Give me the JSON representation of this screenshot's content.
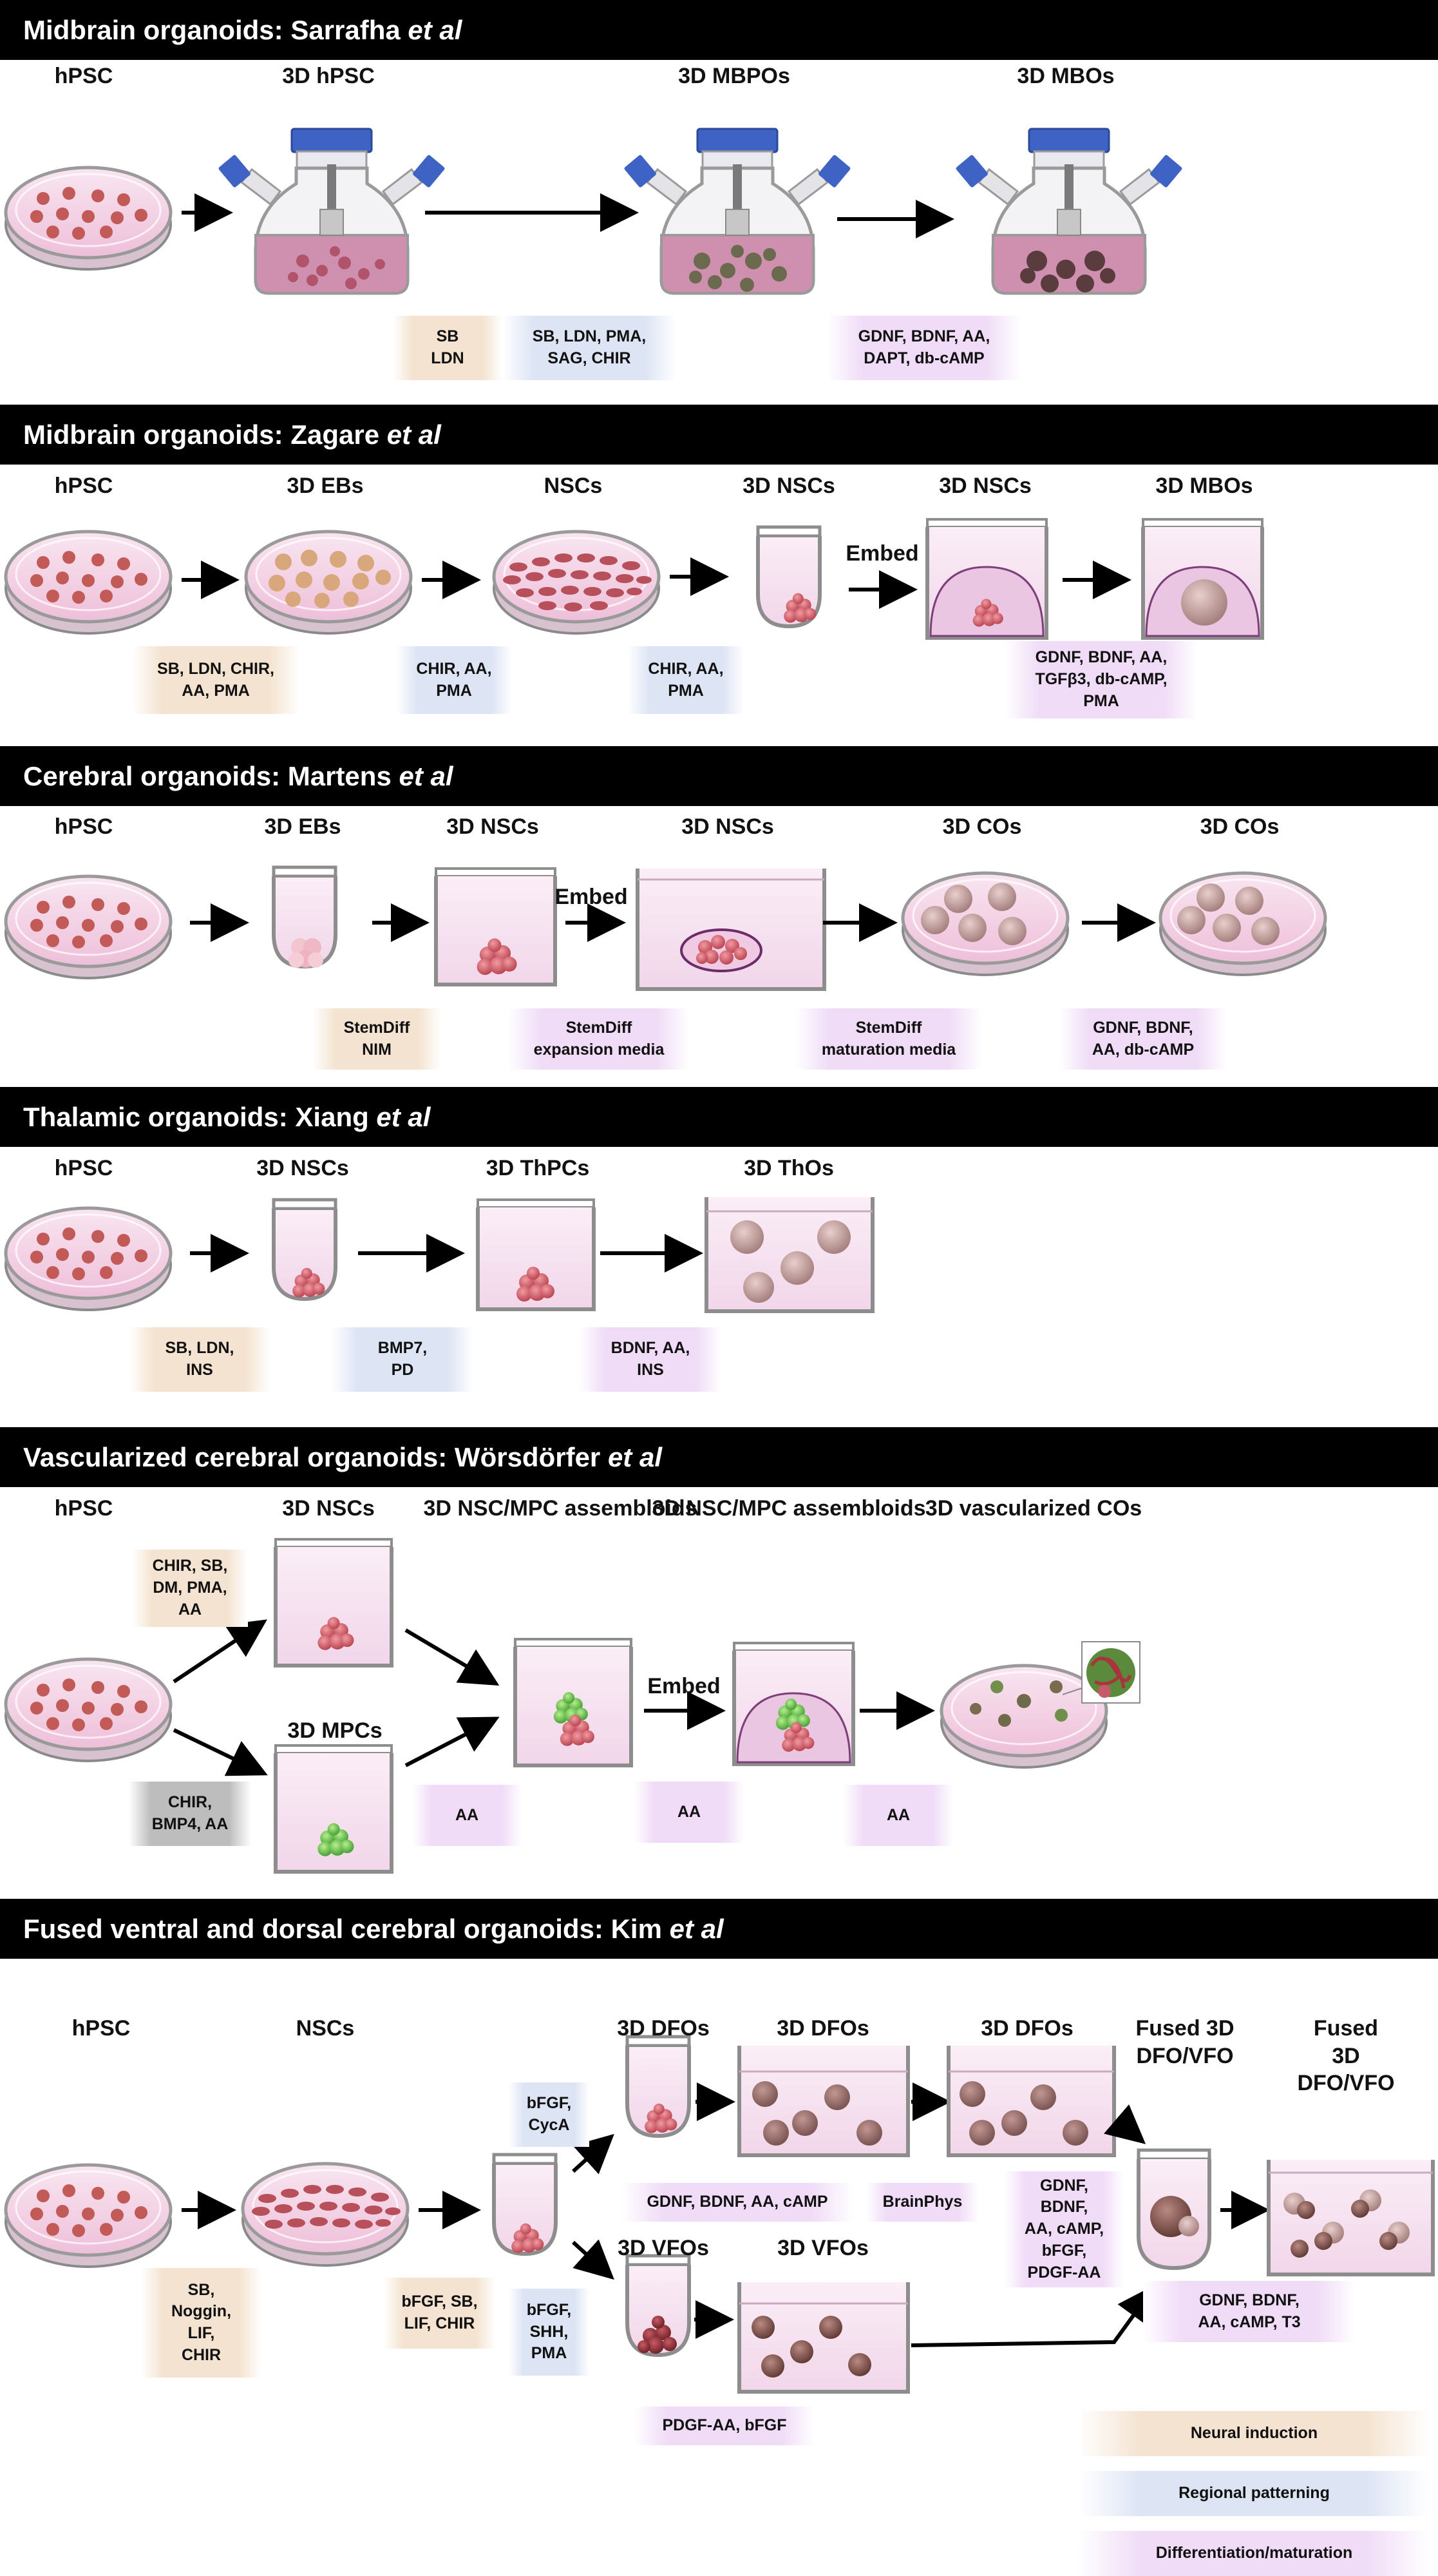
{
  "colors": {
    "neural_induction": "#f4e3d0",
    "regional_patterning": "#dde4f4",
    "differentiation_maturation": "#f0dcf7",
    "other_factor": "#bdbdbd",
    "organoid_red": "#c9525c",
    "organoid_green": "#62c04a",
    "organoid_brown": "#7a4a44",
    "medium_pink": "#f3dced"
  },
  "panels": [
    {
      "title_main": "Midbrain organoids: Sarrafha ",
      "title_italic": "et al",
      "title_suffix": "",
      "stages": [
        "hPSC",
        "3D hPSC",
        "3D MBPOs",
        "3D MBOs"
      ],
      "factors": [
        "SB\nLDN",
        "SB, LDN, PMA,\nSAG, CHIR",
        "GDNF, BDNF, AA,\nDAPT, db-cAMP"
      ]
    },
    {
      "title_main": "Midbrain organoids: Zagare ",
      "title_italic": "et al",
      "title_suffix": "",
      "stages": [
        "hPSC",
        "3D EBs",
        "NSCs",
        "3D NSCs",
        "3D NSCs",
        "3D MBOs"
      ],
      "embed": "Embed",
      "factors": [
        "SB, LDN, CHIR,\nAA, PMA",
        "CHIR, AA,\nPMA",
        "CHIR, AA,\nPMA",
        "GDNF, BDNF, AA,\nTGFβ3, db-cAMP,\nPMA"
      ]
    },
    {
      "title_main": "Cerebral organoids: Martens ",
      "title_italic": "et al",
      "title_suffix": "",
      "stages": [
        "hPSC",
        "3D EBs",
        "3D NSCs",
        "3D NSCs",
        "3D COs",
        "3D COs"
      ],
      "embed": "Embed",
      "factors": [
        "StemDiff\nNIM",
        "StemDiff\nexpansion media",
        "StemDiff\nmaturation media",
        "GDNF, BDNF,\nAA, db-cAMP"
      ]
    },
    {
      "title_main": "Thalamic organoids: Xiang ",
      "title_italic": "et al",
      "title_suffix": "",
      "stages": [
        "hPSC",
        "3D NSCs",
        "3D ThPCs",
        "3D ThOs"
      ],
      "factors": [
        "SB, LDN,\nINS",
        "BMP7,\nPD",
        "BDNF, AA,\nINS"
      ]
    },
    {
      "title_main": "Vascularized cerebral organoids: Wörsdörfer ",
      "title_italic": "et al",
      "title_suffix": "",
      "stages": [
        "hPSC",
        "3D NSCs",
        "3D NSC/MPC\nassembloids",
        "3D NSC/MPC\nassembloids",
        "3D vascularized COs",
        "3D MPCs"
      ],
      "embed": "Embed",
      "factors": [
        "CHIR, SB,\nDM, PMA,\nAA",
        "CHIR,\nBMP4, AA",
        "AA",
        "AA",
        "AA"
      ]
    },
    {
      "title_main": "Fused ventral and dorsal cerebral organoids: Kim ",
      "title_italic": "et al",
      "title_suffix": "",
      "stages": [
        "hPSC",
        "NSCs",
        "3D DFOs",
        "3D DFOs",
        "3D DFOs",
        "Fused 3D\nDFO/VFO",
        "Fused 3D\nDFO/VFO",
        "3D VFOs",
        "3D VFOs"
      ],
      "factors": [
        "SB,\nNoggin,\nLIF,\nCHIR",
        "bFGF, SB,\nLIF, CHIR",
        "bFGF,\nCycA",
        "bFGF,\nSHH,\nPMA",
        "GDNF, BDNF, AA, cAMP",
        "BrainPhys",
        "GDNF,\nBDNF,\nAA, cAMP,\nbFGF,\nPDGF-AA",
        "GDNF, BDNF,\nAA, cAMP, T3",
        "PDGF-AA, bFGF"
      ]
    }
  ],
  "legend": [
    "Neural induction",
    "Regional patterning",
    "Differentiation/maturation"
  ]
}
